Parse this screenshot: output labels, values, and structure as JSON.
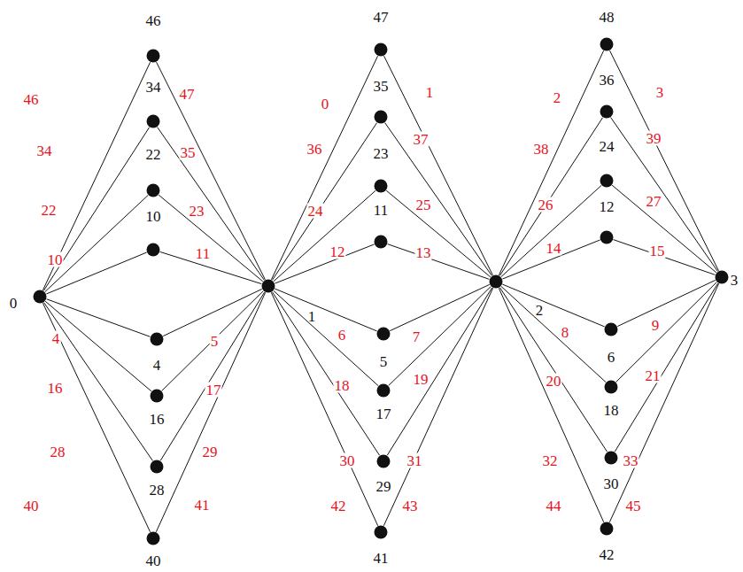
{
  "diagram": {
    "nodes": [
      {
        "text": [
          "0"
        ]
      },
      {
        "text": [
          "46"
        ]
      },
      {
        "text": [
          "34"
        ]
      },
      {
        "text": [
          "22"
        ]
      },
      {
        "text": [
          "10"
        ]
      },
      {
        "text": [
          "4"
        ]
      },
      {
        "text": [
          "16"
        ]
      },
      {
        "text": [
          "28"
        ]
      },
      {
        "text": [
          "40"
        ]
      },
      {
        "text": [
          "1"
        ]
      },
      {
        "text": [
          "47"
        ]
      },
      {
        "text": [
          "35"
        ]
      },
      {
        "text": [
          "23"
        ]
      },
      {
        "text": [
          "11"
        ]
      },
      {
        "text": [
          "5"
        ]
      },
      {
        "text": [
          "17"
        ]
      },
      {
        "text": [
          "29"
        ]
      },
      {
        "text": [
          "41"
        ]
      },
      {
        "text": [
          "2"
        ]
      },
      {
        "text": [
          "48"
        ]
      },
      {
        "text": [
          "36"
        ]
      },
      {
        "text": [
          "24"
        ]
      },
      {
        "text": [
          "12"
        ]
      },
      {
        "text": [
          "6"
        ]
      },
      {
        "text": [
          "18"
        ]
      },
      {
        "text": [
          "30"
        ]
      },
      {
        "text": [
          "42"
        ]
      },
      {
        "text": [
          "3"
        ]
      }
    ],
    "edges": [
      {
        "from": 0,
        "to": 1,
        "arrow": "none",
        "label": "46"
      },
      {
        "from": 1,
        "to": 9,
        "arrow": "none",
        "label": "47"
      },
      {
        "from": 0,
        "to": 2,
        "arrow": "none",
        "label": "34"
      },
      {
        "from": 2,
        "to": 9,
        "arrow": "none",
        "label": "35"
      },
      {
        "from": 0,
        "to": 3,
        "arrow": "none",
        "label": "22"
      },
      {
        "from": 3,
        "to": 9,
        "arrow": "none",
        "label": "23"
      },
      {
        "from": 0,
        "to": 4,
        "arrow": "none",
        "label": "10"
      },
      {
        "from": 4,
        "to": 9,
        "arrow": "none",
        "label": "11"
      },
      {
        "from": 0,
        "to": 5,
        "arrow": "none",
        "label": "4"
      },
      {
        "from": 5,
        "to": 9,
        "arrow": "none",
        "label": "5"
      },
      {
        "from": 0,
        "to": 6,
        "arrow": "none",
        "label": "16"
      },
      {
        "from": 6,
        "to": 9,
        "arrow": "none",
        "label": "17"
      },
      {
        "from": 0,
        "to": 7,
        "arrow": "none",
        "label": "28"
      },
      {
        "from": 7,
        "to": 9,
        "arrow": "none",
        "label": "29"
      },
      {
        "from": 0,
        "to": 8,
        "arrow": "none",
        "label": "40"
      },
      {
        "from": 8,
        "to": 9,
        "arrow": "none",
        "label": "41"
      },
      {
        "from": 9,
        "to": 10,
        "arrow": "none",
        "label": "0"
      },
      {
        "from": 10,
        "to": 18,
        "arrow": "none",
        "label": "1"
      },
      {
        "from": 9,
        "to": 11,
        "arrow": "none",
        "label": "36"
      },
      {
        "from": 11,
        "to": 18,
        "arrow": "none",
        "label": "37"
      },
      {
        "from": 9,
        "to": 12,
        "arrow": "none",
        "label": "24"
      },
      {
        "from": 12,
        "to": 18,
        "arrow": "none",
        "label": "25"
      },
      {
        "from": 9,
        "to": 13,
        "arrow": "none",
        "label": "12"
      },
      {
        "from": 13,
        "to": 18,
        "arrow": "none",
        "label": "13"
      },
      {
        "from": 9,
        "to": 14,
        "arrow": "none",
        "label": "6"
      },
      {
        "from": 14,
        "to": 18,
        "arrow": "none",
        "label": "7"
      },
      {
        "from": 9,
        "to": 15,
        "arrow": "none",
        "label": "18"
      },
      {
        "from": 15,
        "to": 18,
        "arrow": "none",
        "label": "19"
      },
      {
        "from": 9,
        "to": 16,
        "arrow": "none",
        "label": "30"
      },
      {
        "from": 16,
        "to": 18,
        "arrow": "none",
        "label": "31"
      },
      {
        "from": 9,
        "to": 17,
        "arrow": "none",
        "label": "42"
      },
      {
        "from": 17,
        "to": 18,
        "arrow": "none",
        "label": "43"
      },
      {
        "from": 18,
        "to": 19,
        "arrow": "none",
        "label": "2"
      },
      {
        "from": 19,
        "to": 27,
        "arrow": "none",
        "label": "3"
      },
      {
        "from": 18,
        "to": 20,
        "arrow": "none",
        "label": "38"
      },
      {
        "from": 20,
        "to": 27,
        "arrow": "none",
        "label": "39"
      },
      {
        "from": 18,
        "to": 21,
        "arrow": "none",
        "label": "26"
      },
      {
        "from": 21,
        "to": 27,
        "arrow": "none",
        "label": "27"
      },
      {
        "from": 18,
        "to": 22,
        "arrow": "none",
        "label": "14"
      },
      {
        "from": 22,
        "to": 27,
        "arrow": "none",
        "label": "15"
      },
      {
        "from": 18,
        "to": 23,
        "arrow": "none",
        "label": "8"
      },
      {
        "from": 23,
        "to": 27,
        "arrow": "none",
        "label": "9"
      },
      {
        "from": 18,
        "to": 24,
        "arrow": "none",
        "label": "20"
      },
      {
        "from": 24,
        "to": 27,
        "arrow": "none",
        "label": "21"
      },
      {
        "from": 18,
        "to": 25,
        "arrow": "none",
        "label": "32"
      },
      {
        "from": 25,
        "to": 27,
        "arrow": "none",
        "label": "33"
      },
      {
        "from": 18,
        "to": 26,
        "arrow": "none",
        "label": "44"
      },
      {
        "from": 26,
        "to": 27,
        "arrow": "none",
        "label": "45"
      }
    ]
  }
}
